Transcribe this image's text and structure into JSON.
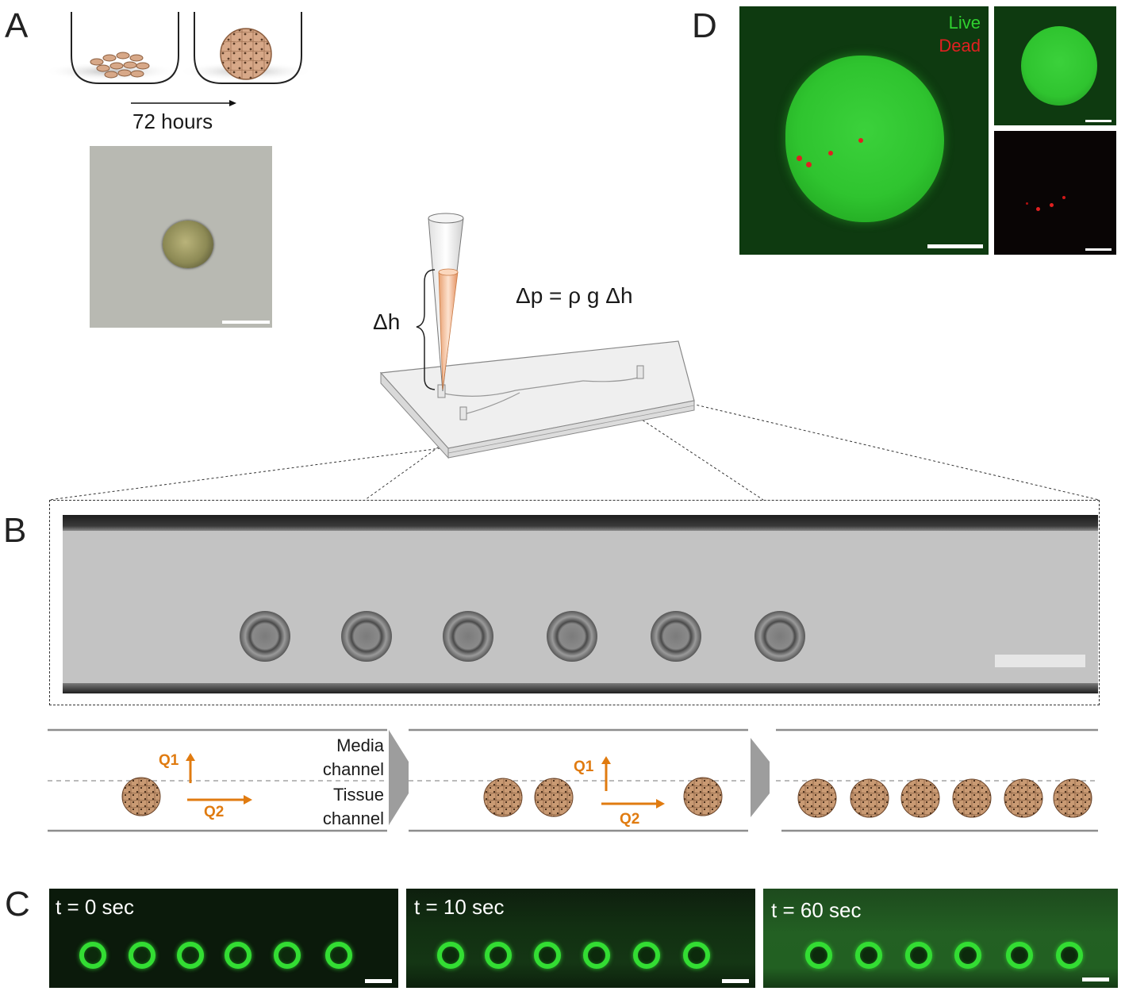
{
  "panels": {
    "a": {
      "letter": "A",
      "time_label": "72 hours"
    },
    "b": {
      "letter": "B"
    },
    "c": {
      "letter": "C",
      "timepoints": [
        "t = 0 sec",
        "t = 10 sec",
        "t = 60 sec"
      ]
    },
    "d": {
      "letter": "D",
      "legend_live": "Live",
      "legend_dead": "Dead"
    }
  },
  "device": {
    "equation": "Δp = ρ g Δh",
    "height_label": "Δh"
  },
  "schematic": {
    "media_label_1": "Media",
    "media_label_2": "channel",
    "tissue_label_1": "Tissue",
    "tissue_label_2": "channel",
    "q1_label": "Q1",
    "q2_label": "Q2"
  },
  "colors": {
    "accent_orange": "#e07b10",
    "live_green": "#2fd12f",
    "dead_red": "#e02020",
    "spheroid_tan": "#c99a73"
  }
}
